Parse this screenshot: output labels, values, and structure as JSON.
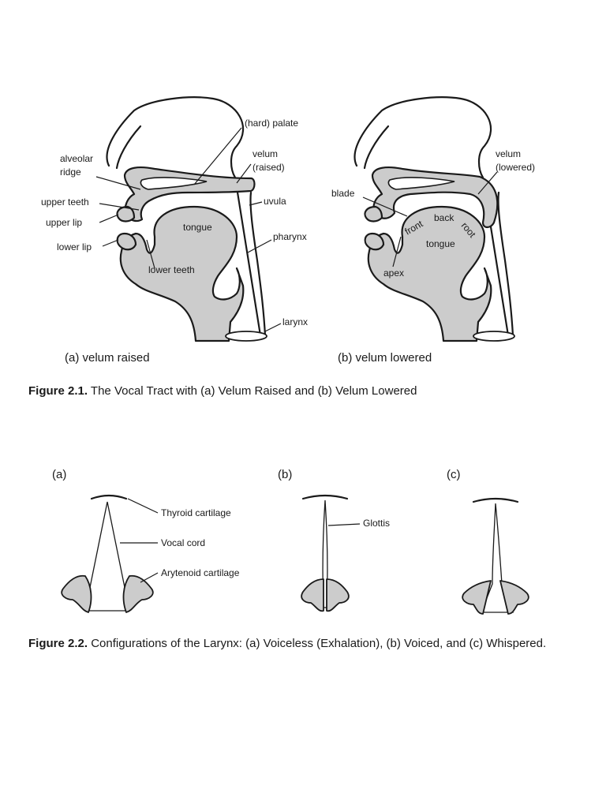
{
  "figure1": {
    "panel_a": {
      "labels": {
        "hard_palate": "(hard) palate",
        "alveolar": "alveolar",
        "ridge": "ridge",
        "velum": "velum",
        "raised": "(raised)",
        "upper_teeth": "upper teeth",
        "uvula": "uvula",
        "upper_lip": "upper lip",
        "tongue": "tongue",
        "lower_lip": "lower lip",
        "pharynx": "pharynx",
        "lower_teeth": "lower teeth",
        "larynx": "larynx"
      },
      "subtitle": "(a) velum raised"
    },
    "panel_b": {
      "labels": {
        "velum": "velum",
        "lowered": "(lowered)",
        "blade": "blade",
        "front": "front",
        "back": "back",
        "root": "root",
        "tongue": "tongue",
        "apex": "apex"
      },
      "subtitle": "(b) velum lowered"
    },
    "caption_label": "Figure 2.1.",
    "caption_text": " The Vocal Tract with (a) Velum Raised and (b) Velum Lowered"
  },
  "figure2": {
    "panel_letters": [
      "(a)",
      "(b)",
      "(c)"
    ],
    "labels": {
      "thyroid": "Thyroid cartilage",
      "vocal_cord": "Vocal cord",
      "arytenoid": "Arytenoid cartilage",
      "glottis": "Glottis"
    },
    "caption_label": "Figure 2.2.",
    "caption_text": " Configurations of the Larynx: (a) Voiceless (Exhalation), (b) Voiced, and (c) Whispered."
  },
  "colors": {
    "fill": "#cccccc",
    "stroke": "#1a1a1a"
  }
}
